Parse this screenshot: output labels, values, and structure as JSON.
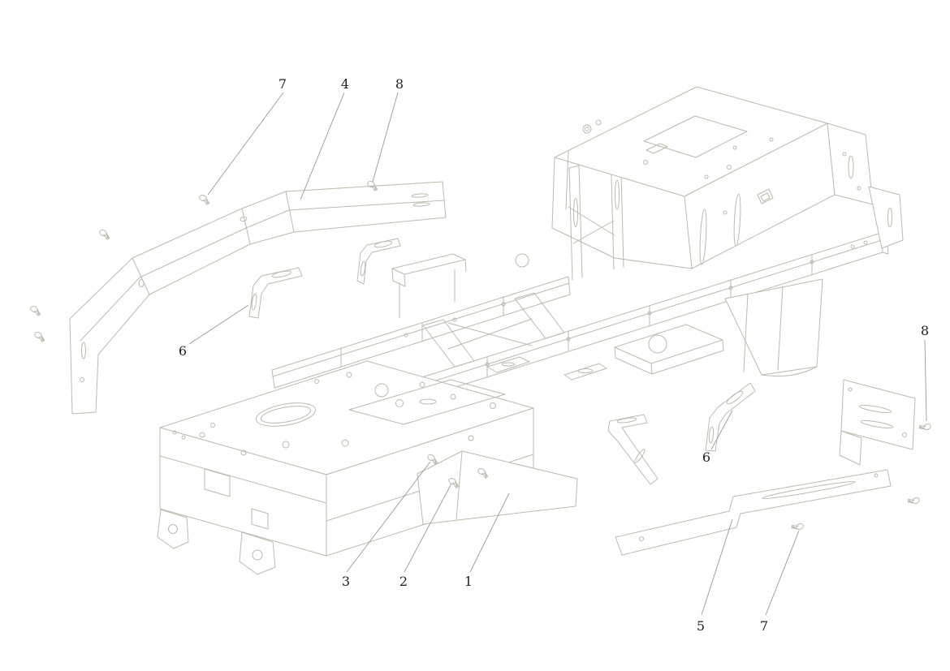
{
  "page": {
    "background": "#ffffff",
    "line_color": "#b9bcad",
    "leader_color": "#9a9a94",
    "label_color": "#1f1f1f"
  },
  "diagram": {
    "callouts": [
      {
        "label": "7"
      },
      {
        "label": "4"
      },
      {
        "label": "8"
      },
      {
        "label": "8"
      },
      {
        "label": "6"
      },
      {
        "label": "6"
      },
      {
        "label": "3"
      },
      {
        "label": "2"
      },
      {
        "label": "1"
      },
      {
        "label": "5"
      },
      {
        "label": "7"
      }
    ]
  }
}
